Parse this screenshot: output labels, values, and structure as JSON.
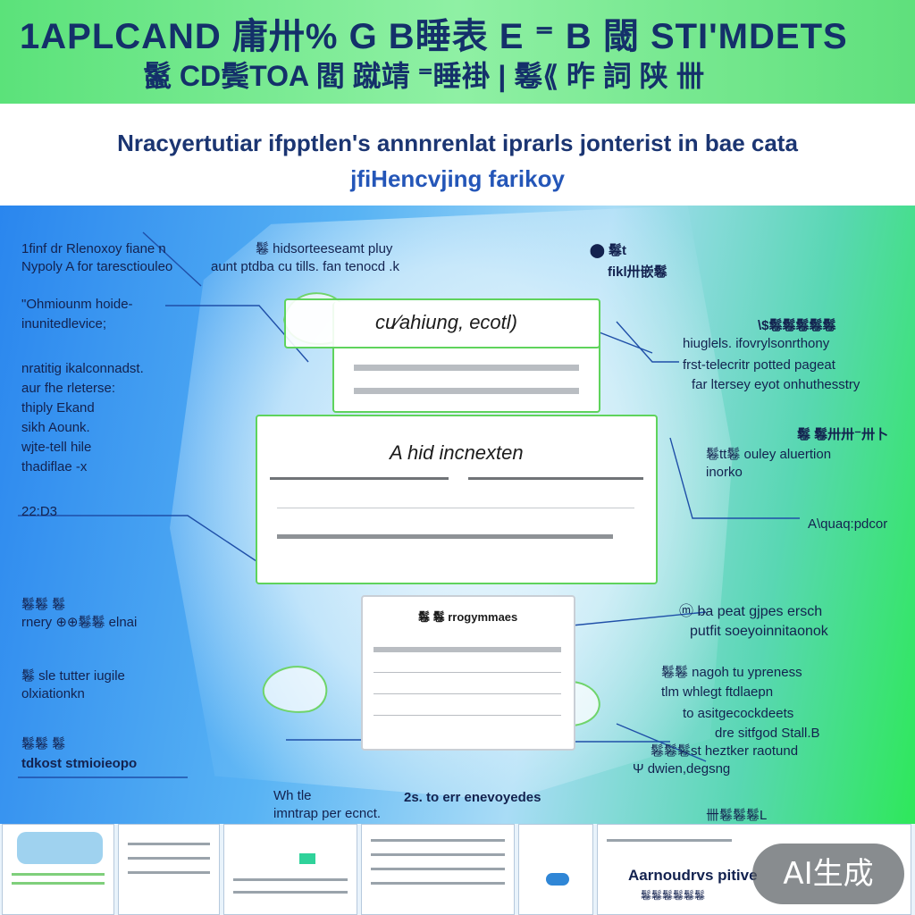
{
  "banner": {
    "line1": "1APLCAND 庸卅% G B睡表 E ⁼ B 閾 STI'MDETS",
    "line2": "鬣 CD鬓TOA 閻 蹴靖 ⁼睡褂 | 鬈⟪ 昨 詞 陕 卌"
  },
  "subtitle": {
    "line1": "Nracyertutiar ifpptlen's annnrenlat iprarls jonterist in bae cata",
    "line2": "jfiHencvjing farikoy"
  },
  "cards": {
    "top_title": "cu⁄ahiung, ecotl)",
    "mid_title": "A hid incnexten",
    "low_title": "鬈 鬈 rrogymmaes"
  },
  "labels": {
    "top_left_1": "1finf dr Rlenoxoy fiane n",
    "top_left_2": "Nypoly A for taresctiouleo",
    "top_center_1": "鬈 hidsorteeseamt pluy",
    "top_center_2": "aunt ptdba cu tills. fan tenocd .k",
    "top_right_1": "⬤ 鬈t",
    "top_right_2": "fikl卅嵌鬈",
    "left_2a": "\"Ohmiounm hoide-",
    "left_2b": "inunitedlevice;",
    "left_3a": "nratitig ikalconnadst.",
    "left_3b": "aur fhe rleterse:",
    "left_3c": "thiply Ekand",
    "left_3d": "sikh Aounk.",
    "left_3e": "wjte-tell hile",
    "left_3f": "thadiflae -x",
    "left_num": "22:D3",
    "left_5a": "鬈鬈 鬈",
    "left_5b": "rnery ⊕⊕鬈鬈 elnai",
    "left_6a": "鬈 sle tutter iugile",
    "left_6b": "olxiationkn",
    "left_7a": "鬈鬈 鬈",
    "left_7b": "tdkost stmioieopo",
    "bottom_center_1": "Wh tle",
    "bottom_center_2": "imntrap per ecnct.",
    "bottom_center_3": "2s. to err enevoyedes",
    "right_1a": "\\$鬈鬈鬈鬈鬈",
    "right_1b": "hiuglels. ifovrylsonrthony",
    "right_1c": "frst-telecritr potted pageat",
    "right_1d": "far ltersey eyot onhuthesstry",
    "right_2a": "鬈 鬈卅卅⁻卅卜",
    "right_2b": "鬈tt鬈 ouley aluertion",
    "right_2c": "inorko",
    "right_3": "A\\quaq:pdcor",
    "right_4a": "ⓜ ba peat gjpes ersch",
    "right_4b": "putfit soeyoinnitaonok",
    "right_5a": "鬈鬈 nagoh tu ypreness",
    "right_5b": "tlm whlegt ftdlaepn",
    "right_5c": "to asitgecockdeets",
    "right_5d": "dre sitfgod Stall.B",
    "right_5e": "鬈鬈鬈st heztker raotund",
    "right_5f": "Ψ dwien,degsng",
    "right_6": "卌鬈鬈鬈L"
  },
  "thumbs": {
    "last_caption_1": "Aarnoudrvs pitive",
    "last_caption_2": "鬈鬈鬈鬈鬈鬈"
  },
  "badge": {
    "text": "AI生成"
  }
}
